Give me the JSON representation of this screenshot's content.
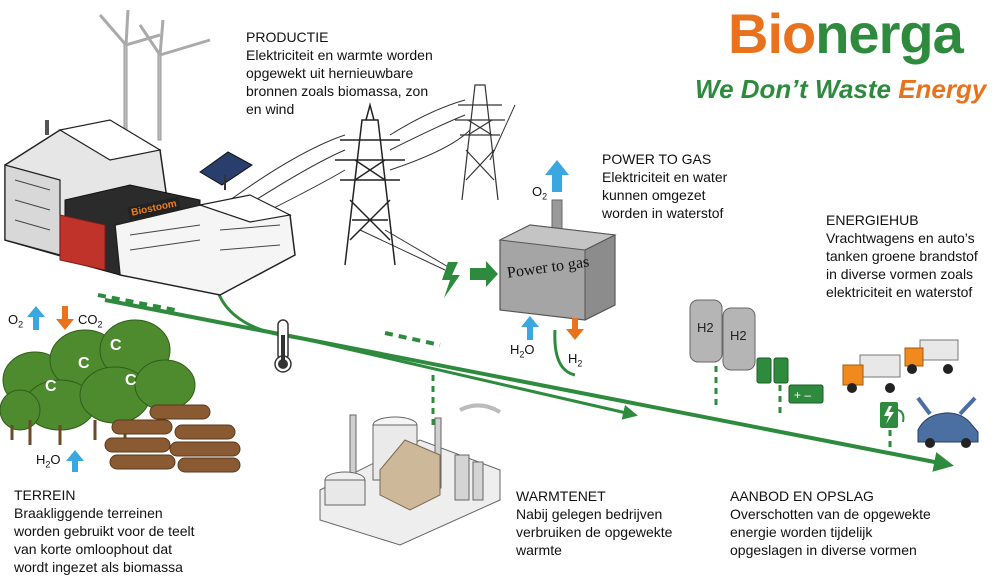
{
  "logo": {
    "part1": "Bio",
    "part2": "nerga"
  },
  "slogan": {
    "part1": "We Don’t Waste ",
    "part2": "Energy"
  },
  "productie": {
    "heading": "PRODUCTIE",
    "text": "Elektriciteit en warmte worden\nopgewekt uit hernieuwbare\nbronnen zoals biomassa, zon\nen wind"
  },
  "power_to_gas": {
    "heading": "POWER TO GAS",
    "text": "Elektriciteit en water\nkunnen omgezet\nworden in waterstof",
    "box_label": "Power to gas"
  },
  "energiehub": {
    "heading": "ENERGIEHUB",
    "text": "Vrachtwagens en auto’s\ntanken groene brandstof\nin diverse vormen zoals\nelektriciteit en waterstof"
  },
  "terrein": {
    "heading": "TERREIN",
    "text": "Braakliggende terreinen\nworden gebruikt voor de  teelt\nvan korte omloophout dat\nwordt ingezet als biomassa"
  },
  "warmtenet": {
    "heading": "WARMTENET",
    "text": "Nabij gelegen bedrijven\nverbruiken de opgewekte\nwarmte"
  },
  "aanbod": {
    "heading": "AANBOD EN OPSLAG",
    "text": "Overschotten van de opgewekte\nenergie worden tijdelijk\nopgeslagen in diverse vormen"
  },
  "chemistry": {
    "o2": "O",
    "co2": "CO",
    "h2o": "H",
    "h2": "H",
    "sub2": "2",
    "o_letter": "O"
  },
  "building_sign": "Biostoom",
  "tree_letter": "C",
  "tank_label": "H2",
  "colors": {
    "green": "#2e8b3e",
    "orange": "#e8731c",
    "blue": "#3ba7e0",
    "grey": "#9a9a9a"
  }
}
